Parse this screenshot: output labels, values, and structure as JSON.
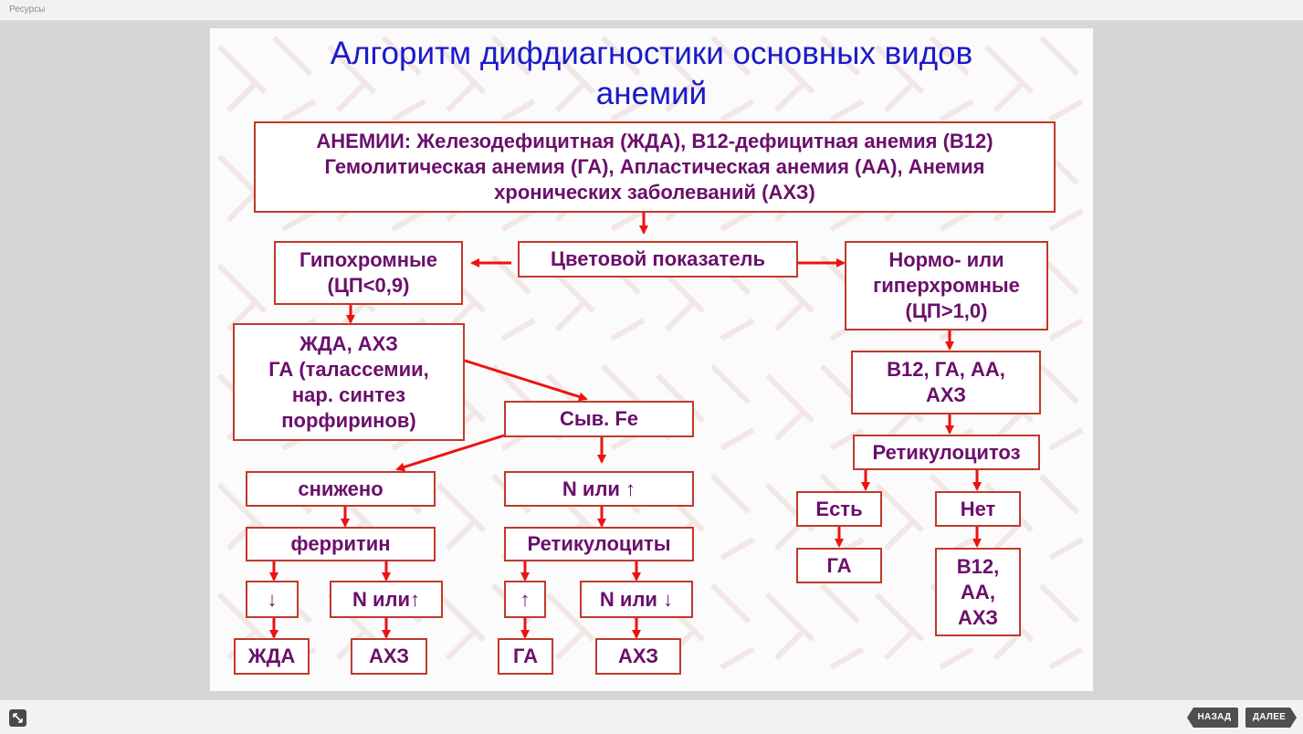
{
  "app": {
    "window_title": "Ресурсы"
  },
  "nav": {
    "back_label": "НАЗАД",
    "next_label": "ДАЛЕЕ",
    "expand_icon": "expand-icon"
  },
  "slide": {
    "title": "Алгоритм дифдиагностики основных видов\nанемий",
    "colors": {
      "title": "#1a1ac8",
      "box_border": "#c0392b",
      "box_text": "#6b0f6b",
      "arrow": "#ee1111"
    },
    "boxes": {
      "anemias": "АНЕМИИ: Железодефицитная (ЖДА), В12-дефицитная анемия (В12)\nГемолитическая анемия (ГА), Апластическая анемия (АА), Анемия\nхронических заболеваний (АХЗ)",
      "color_index": "Цветовой показатель",
      "hypochromic": "Гипохромные\n(ЦП<0,9)",
      "normo_hyper": "Нормо- или\nгиперхромные\n(ЦП>1,0)",
      "ida_group": "ЖДА, АХЗ\nГА (талассемии,\nнар. синтез\nпорфиринов)",
      "serum_fe": "Сыв. Fe",
      "reduced": "снижено",
      "ferritin": "ферритин",
      "fer_down": "↓",
      "fer_n_up": "N или↑",
      "ida": "ЖДА",
      "acd_1": "АХЗ",
      "fe_n_up": "N или ↑",
      "reticulocytes": "Ретикулоциты",
      "ret_up": "↑",
      "ret_n_down": "N или ↓",
      "ha_1": "ГА",
      "acd_2": "АХЗ",
      "b12_group": "В12, ГА, АА,\nАХЗ",
      "reticulocytosis": "Ретикулоцитоз",
      "yes": "Есть",
      "no": "Нет",
      "ha_2": "ГА",
      "b12_aa_acd": "В12,\nАА,\nАХЗ"
    }
  }
}
